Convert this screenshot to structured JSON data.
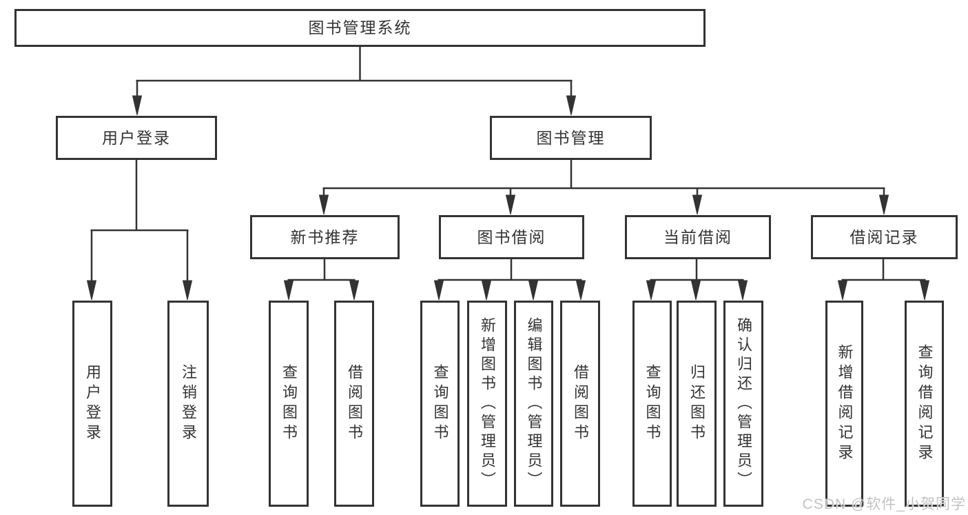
{
  "diagram": {
    "title": "图书管理系统",
    "root": {
      "label": "图书管理系统"
    },
    "level2": [
      {
        "label": "用户登录"
      },
      {
        "label": "图书管理"
      }
    ],
    "level3": [
      {
        "label": "新书推荐"
      },
      {
        "label": "图书借阅"
      },
      {
        "label": "当前借阅"
      },
      {
        "label": "借阅记录"
      }
    ],
    "leaves": [
      {
        "label": "用户登录"
      },
      {
        "label": "注销登录"
      },
      {
        "label": "查询图书"
      },
      {
        "label": "借阅图书"
      },
      {
        "label": "查询图书"
      },
      {
        "label": "新增图书（管理员）"
      },
      {
        "label": "编辑图书（管理员）"
      },
      {
        "label": "借阅图书"
      },
      {
        "label": "查询图书"
      },
      {
        "label": "归还图书"
      },
      {
        "label": "确认归还（管理员）"
      },
      {
        "label": "新增借阅记录"
      },
      {
        "label": "查询借阅记录"
      }
    ],
    "colors": {
      "line": "#333333",
      "text": "#333333",
      "background": "#ffffff",
      "watermark": "#c3c3c3"
    }
  },
  "watermark": {
    "text": "CSDN @软件_小贺同学"
  }
}
